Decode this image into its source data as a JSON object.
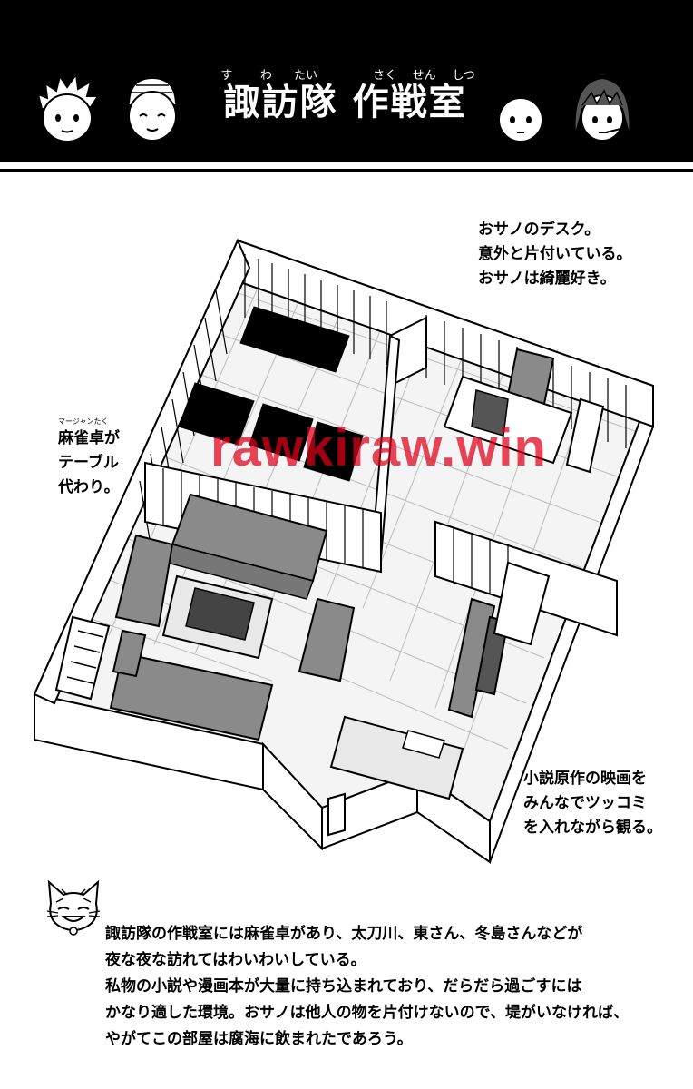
{
  "header": {
    "title": "諏訪隊 作戦室",
    "title_ruby": [
      "す",
      "わ",
      "たい",
      "",
      "さく",
      "せん",
      "しつ"
    ]
  },
  "notes": {
    "desk": {
      "lines": [
        "おサノのデスク。",
        "意外と片付いている。",
        "おサノは綺麗好き。"
      ]
    },
    "mahjong": {
      "ruby": "マージャンたく",
      "lines": [
        "麻雀卓が",
        "テーブル",
        "代わり。"
      ]
    },
    "movie": {
      "lines": [
        "小説原作の映画を",
        "みんなでツッコミ",
        "を入れながら観る。"
      ]
    }
  },
  "footer": {
    "lines": [
      "諏訪隊の作戦室には麻雀卓があり、太刀川、東さん、冬島さんなどが",
      "夜な夜な訪れてはわいわいしている。",
      "私物の小説や漫画本が大量に持ち込まれており、だらだら過ごすには",
      "かなり適した環境。おサノは他人の物を片付けないので、堤がいなければ、",
      "やがてこの部屋は腐海に飲まれたであろう。"
    ]
  },
  "watermark": "rawkiraw.win",
  "colors": {
    "ink": "#000000",
    "paper": "#ffffff",
    "furniture": "#8a8a8a",
    "watermark": "#e0001a"
  }
}
